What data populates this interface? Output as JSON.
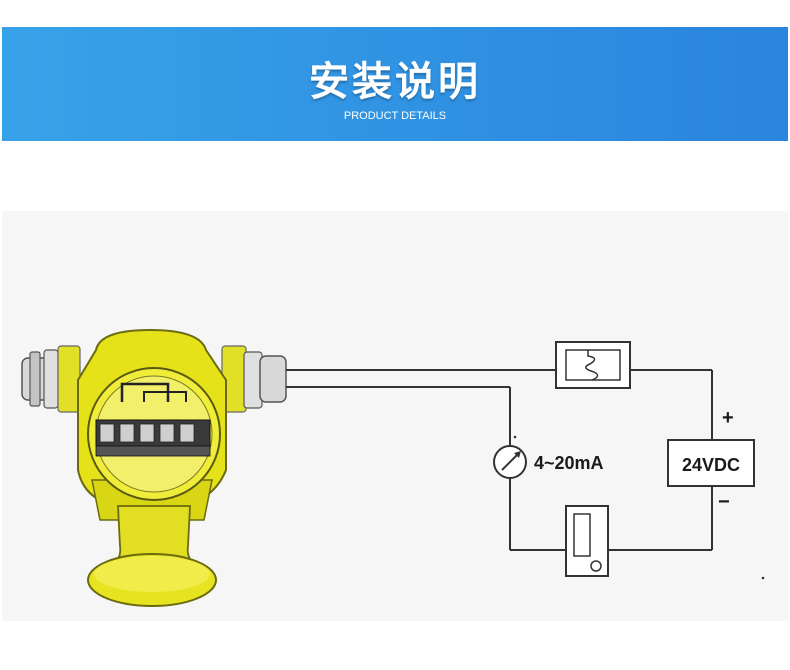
{
  "banner": {
    "title": "安装说明",
    "subtitle": "PRODUCT DETAILS"
  },
  "diagram": {
    "current_label": "4~20mA",
    "power_label": "24VDC",
    "plus_sign": "+",
    "minus_sign": "−"
  },
  "colors": {
    "banner": "#2f90e2",
    "housing": "#e6e21a",
    "terminal": "#3a3a3a",
    "wire": "#333333"
  }
}
